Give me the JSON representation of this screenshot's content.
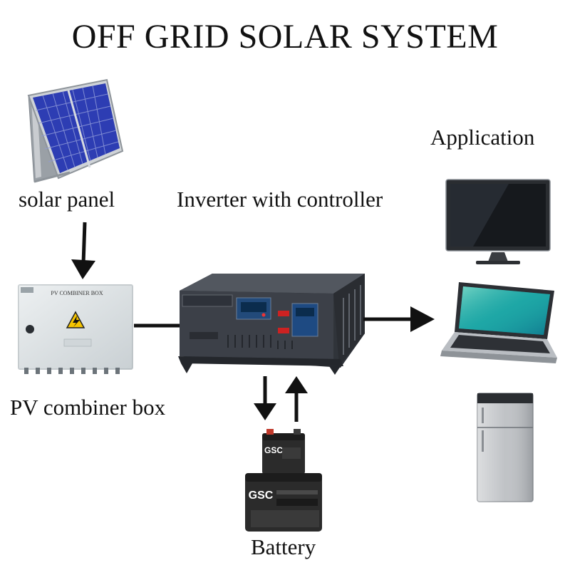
{
  "title": "OFF GRID SOLAR SYSTEM",
  "labels": {
    "solar_panel": "solar panel",
    "inverter": "Inverter with controller",
    "application": "Application",
    "pv_combiner": "PV combiner box",
    "battery": "Battery"
  },
  "combiner_box": {
    "plate": "PV COMBINER BOX"
  },
  "battery_brand": "GSC",
  "colors": {
    "arrow": "#111111",
    "panel_cell": "#2d3db3",
    "box": "#e3e8ea",
    "inverter": "#3c4048",
    "warning": "#f5c400",
    "fridge": "#b9bcc0",
    "battery": "#2b2b2b"
  }
}
